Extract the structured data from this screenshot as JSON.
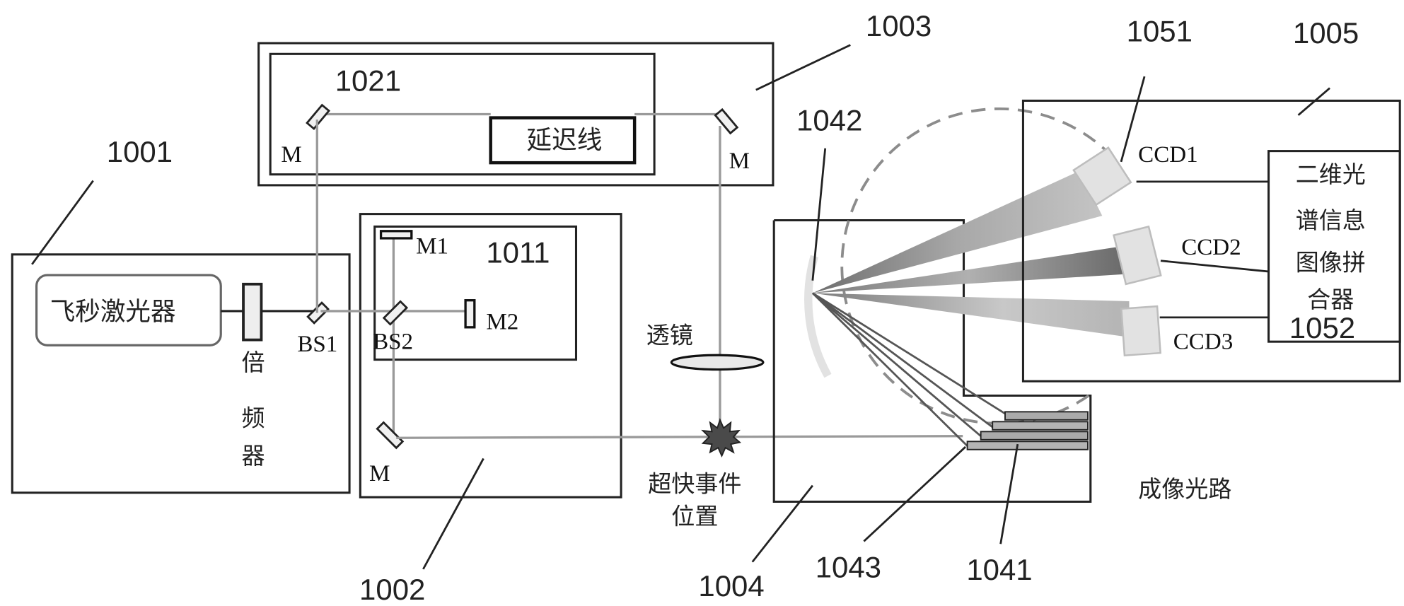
{
  "labels": {
    "n1001": "1001",
    "n1002": "1002",
    "n1003": "1003",
    "n1004": "1004",
    "n1005": "1005",
    "n1011": "1011",
    "n1021": "1021",
    "n1041": "1041",
    "n1042": "1042",
    "n1043": "1043",
    "n1051": "1051",
    "n1052": "1052"
  },
  "components": {
    "laser": "飞秒激光器",
    "doubler": [
      "倍",
      "频",
      "器"
    ],
    "bs1": "BS1",
    "bs2": "BS2",
    "m1": "M1",
    "m2": "M2",
    "mirror": "M",
    "delay_line": "延迟线",
    "lens": "透镜",
    "event": [
      "超快事件",
      "位置"
    ],
    "ccd1": "CCD1",
    "ccd2": "CCD2",
    "ccd3": "CCD3",
    "combiner": [
      "二维光",
      "谱信息",
      "图像拼",
      "合器"
    ],
    "imaging_path": "成像光路"
  },
  "colors": {
    "line": "#222222",
    "beam": "#9a9a9a",
    "dashed_circle": "#8c8c8c",
    "detector_fill": "#e2e2e2"
  }
}
